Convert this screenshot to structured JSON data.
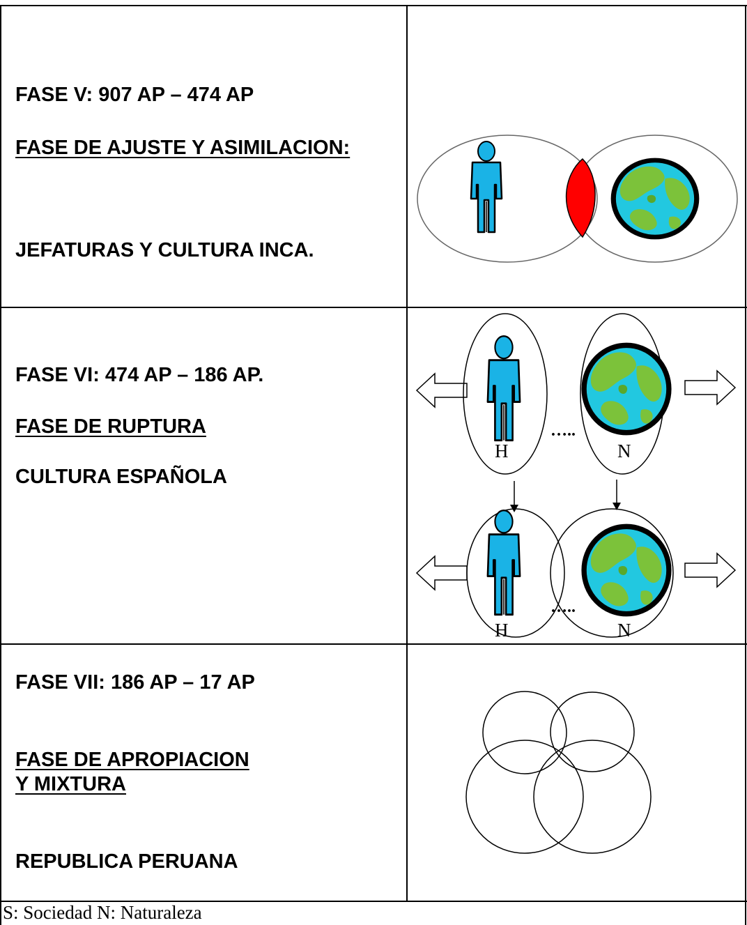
{
  "rows": [
    {
      "phase": "FASE V: 907 AP – 474 AP",
      "title": "FASE DE AJUSTE Y ASIMILACION:",
      "culture": "JEFATURAS Y CULTURA INCA."
    },
    {
      "phase": "FASE  VI: 474 AP – 186 AP.",
      "title": "FASE DE RUPTURA",
      "culture": "CULTURA ESPAÑOLA",
      "diagram": {
        "top": {
          "left_label": "H",
          "right_label": "N",
          "dots": "….."
        },
        "bottom": {
          "left_label": "H",
          "right_label": "N",
          "dots": "….."
        }
      }
    },
    {
      "phase": "FASE VII: 186 AP – 17 AP",
      "title_line1": "FASE DE APROPIACION",
      "title_line2": "Y MIXTURA",
      "culture": "REPUBLICA PERUANA"
    }
  ],
  "footer": "S: Sociedad   N: Naturaleza",
  "colors": {
    "person": "#1ab3e6",
    "overlap": "#ff0000",
    "ocean": "#22c8e0",
    "land": "#7cc23a"
  },
  "icons": [
    "person-icon",
    "earth-globe-icon",
    "arrow-left-icon",
    "arrow-right-icon",
    "arrow-down-icon"
  ]
}
